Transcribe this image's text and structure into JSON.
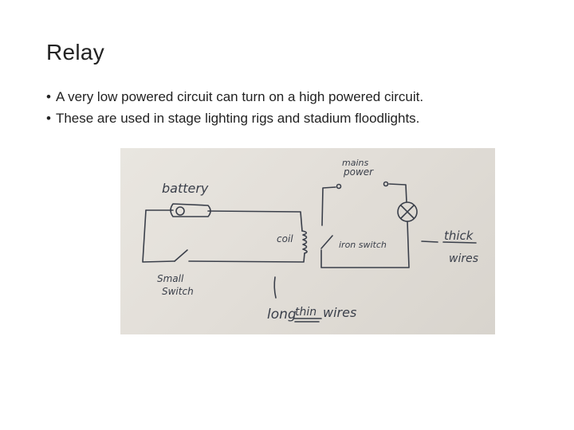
{
  "slide": {
    "title": "Relay",
    "bullets": [
      "A very low powered circuit can turn on a high powered circuit.",
      "These are used in stage lighting rigs and stadium floodlights."
    ],
    "bullet_glyph": "•"
  },
  "diagram": {
    "labels": {
      "battery": "battery",
      "mains_power_line1": "mains",
      "mains_power_line2": "power",
      "coil": "coil",
      "iron_switch": "iron switch",
      "thick": "thick",
      "wires_right": "wires",
      "small": "Small",
      "switch": "Switch",
      "long": "long",
      "thin": "thin",
      "wires_bottom": "wires"
    },
    "ink_color": "#3a3f4a"
  }
}
